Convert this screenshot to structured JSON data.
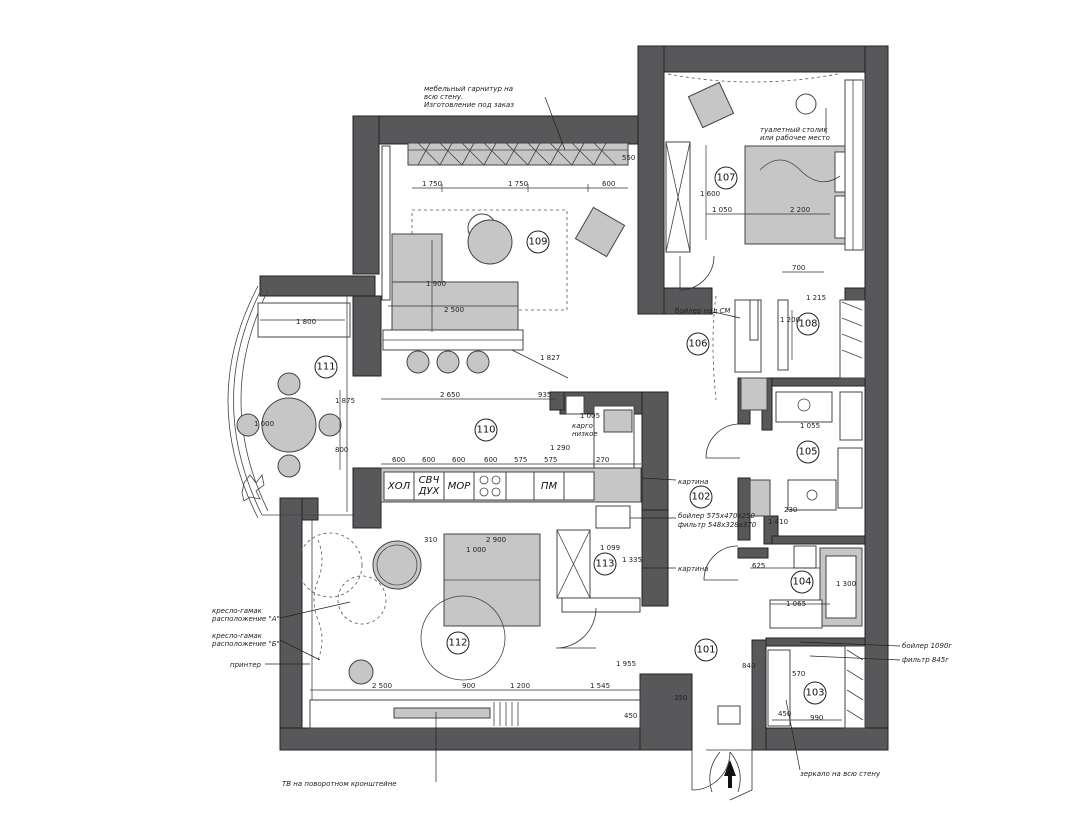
{
  "rooms": [
    "101",
    "102",
    "103",
    "104",
    "105",
    "106",
    "107",
    "108",
    "109",
    "110",
    "111",
    "112",
    "113"
  ],
  "notes": {
    "furniture_set": [
      "мебельный гарнитур на",
      "всю стену.",
      "Изготовление под заказ"
    ],
    "vanity": [
      "туалетный столик",
      "или рабочее место"
    ],
    "boiler_sm": "бойлер над СМ",
    "cargo": [
      "карго",
      "низкое"
    ],
    "picture_1": "картина",
    "picture_2": "картина",
    "boiler_575": "бойлер 575х470х250",
    "filter_548": "фильтр 548х328х370",
    "chair_a": [
      "кресло-гамак",
      "расположение \"А\""
    ],
    "chair_b": [
      "кресло-гамак",
      "расположение \"Б\""
    ],
    "printer": "принтер",
    "boiler_1090": "бойлер 1090г",
    "filter_845": "фильтр 845г",
    "mirror": "зеркало на всю стену",
    "tv": "ТВ на поворотном кронштейне"
  },
  "appliances": [
    "ХОЛ",
    "СВЧ",
    "ДУХ",
    "МОР",
    "ПМ"
  ],
  "dims": {
    "d1750a": "1 750",
    "d1750b": "1 750",
    "d600a": "600",
    "d550": "550",
    "d1900": "1 900",
    "d2500": "2 500",
    "d1827": "1 827",
    "d1800": "1 800",
    "d1875": "1 875",
    "d1000": "1 000",
    "d800": "800",
    "d2650": "2 650",
    "d935": "935",
    "d1005": "1 005",
    "d1290": "1 290",
    "k600a": "600",
    "k600b": "600",
    "k600c": "600",
    "k600d": "600",
    "k575a": "575",
    "k575b": "575",
    "k270": "270",
    "d1600": "1 600",
    "d1050": "1 050",
    "d2200": "2 200",
    "d700": "700",
    "d1215": "1 215",
    "d1200": "1 200",
    "d1055": "1 055",
    "d1410": "1 410",
    "d230": "230",
    "d2900": "2 900",
    "d1000b": "1 000",
    "d310": "310",
    "d1099": "1 099",
    "d1335": "1 335",
    "d2500b": "2 500",
    "d900": "900",
    "d1200b": "1 200",
    "d1545": "1 545",
    "d1955": "1 955",
    "d625": "625",
    "d1065": "1 065",
    "d1300": "1 300",
    "d840": "840",
    "d350": "350",
    "d450": "450",
    "d570": "570",
    "d990": "990",
    "d450b": "450"
  }
}
